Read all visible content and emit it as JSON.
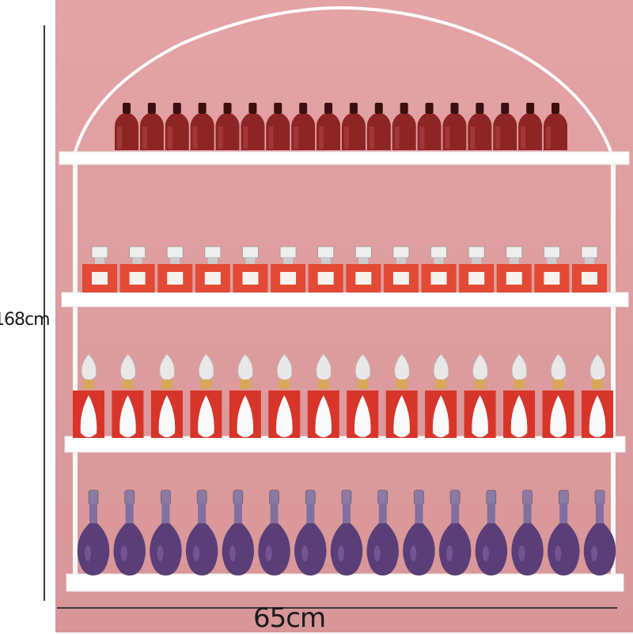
{
  "dimensions": {
    "height_label": "168cm",
    "width_label": "65cm"
  },
  "shelves": [
    {
      "product": "dark-red-bottle",
      "count": 18
    },
    {
      "product": "red-square-perfume",
      "count": 14
    },
    {
      "product": "red-white-flame-bottle",
      "count": 14
    },
    {
      "product": "purple-round-bottle",
      "count": 15
    }
  ],
  "colors": {
    "wall": "#dc9b9d",
    "rack": "#ffffff",
    "bottle_dark_red": "#8e2525",
    "perfume_red": "#e24a35",
    "flame_red": "#d8352a",
    "purple": "#5a3e78"
  }
}
